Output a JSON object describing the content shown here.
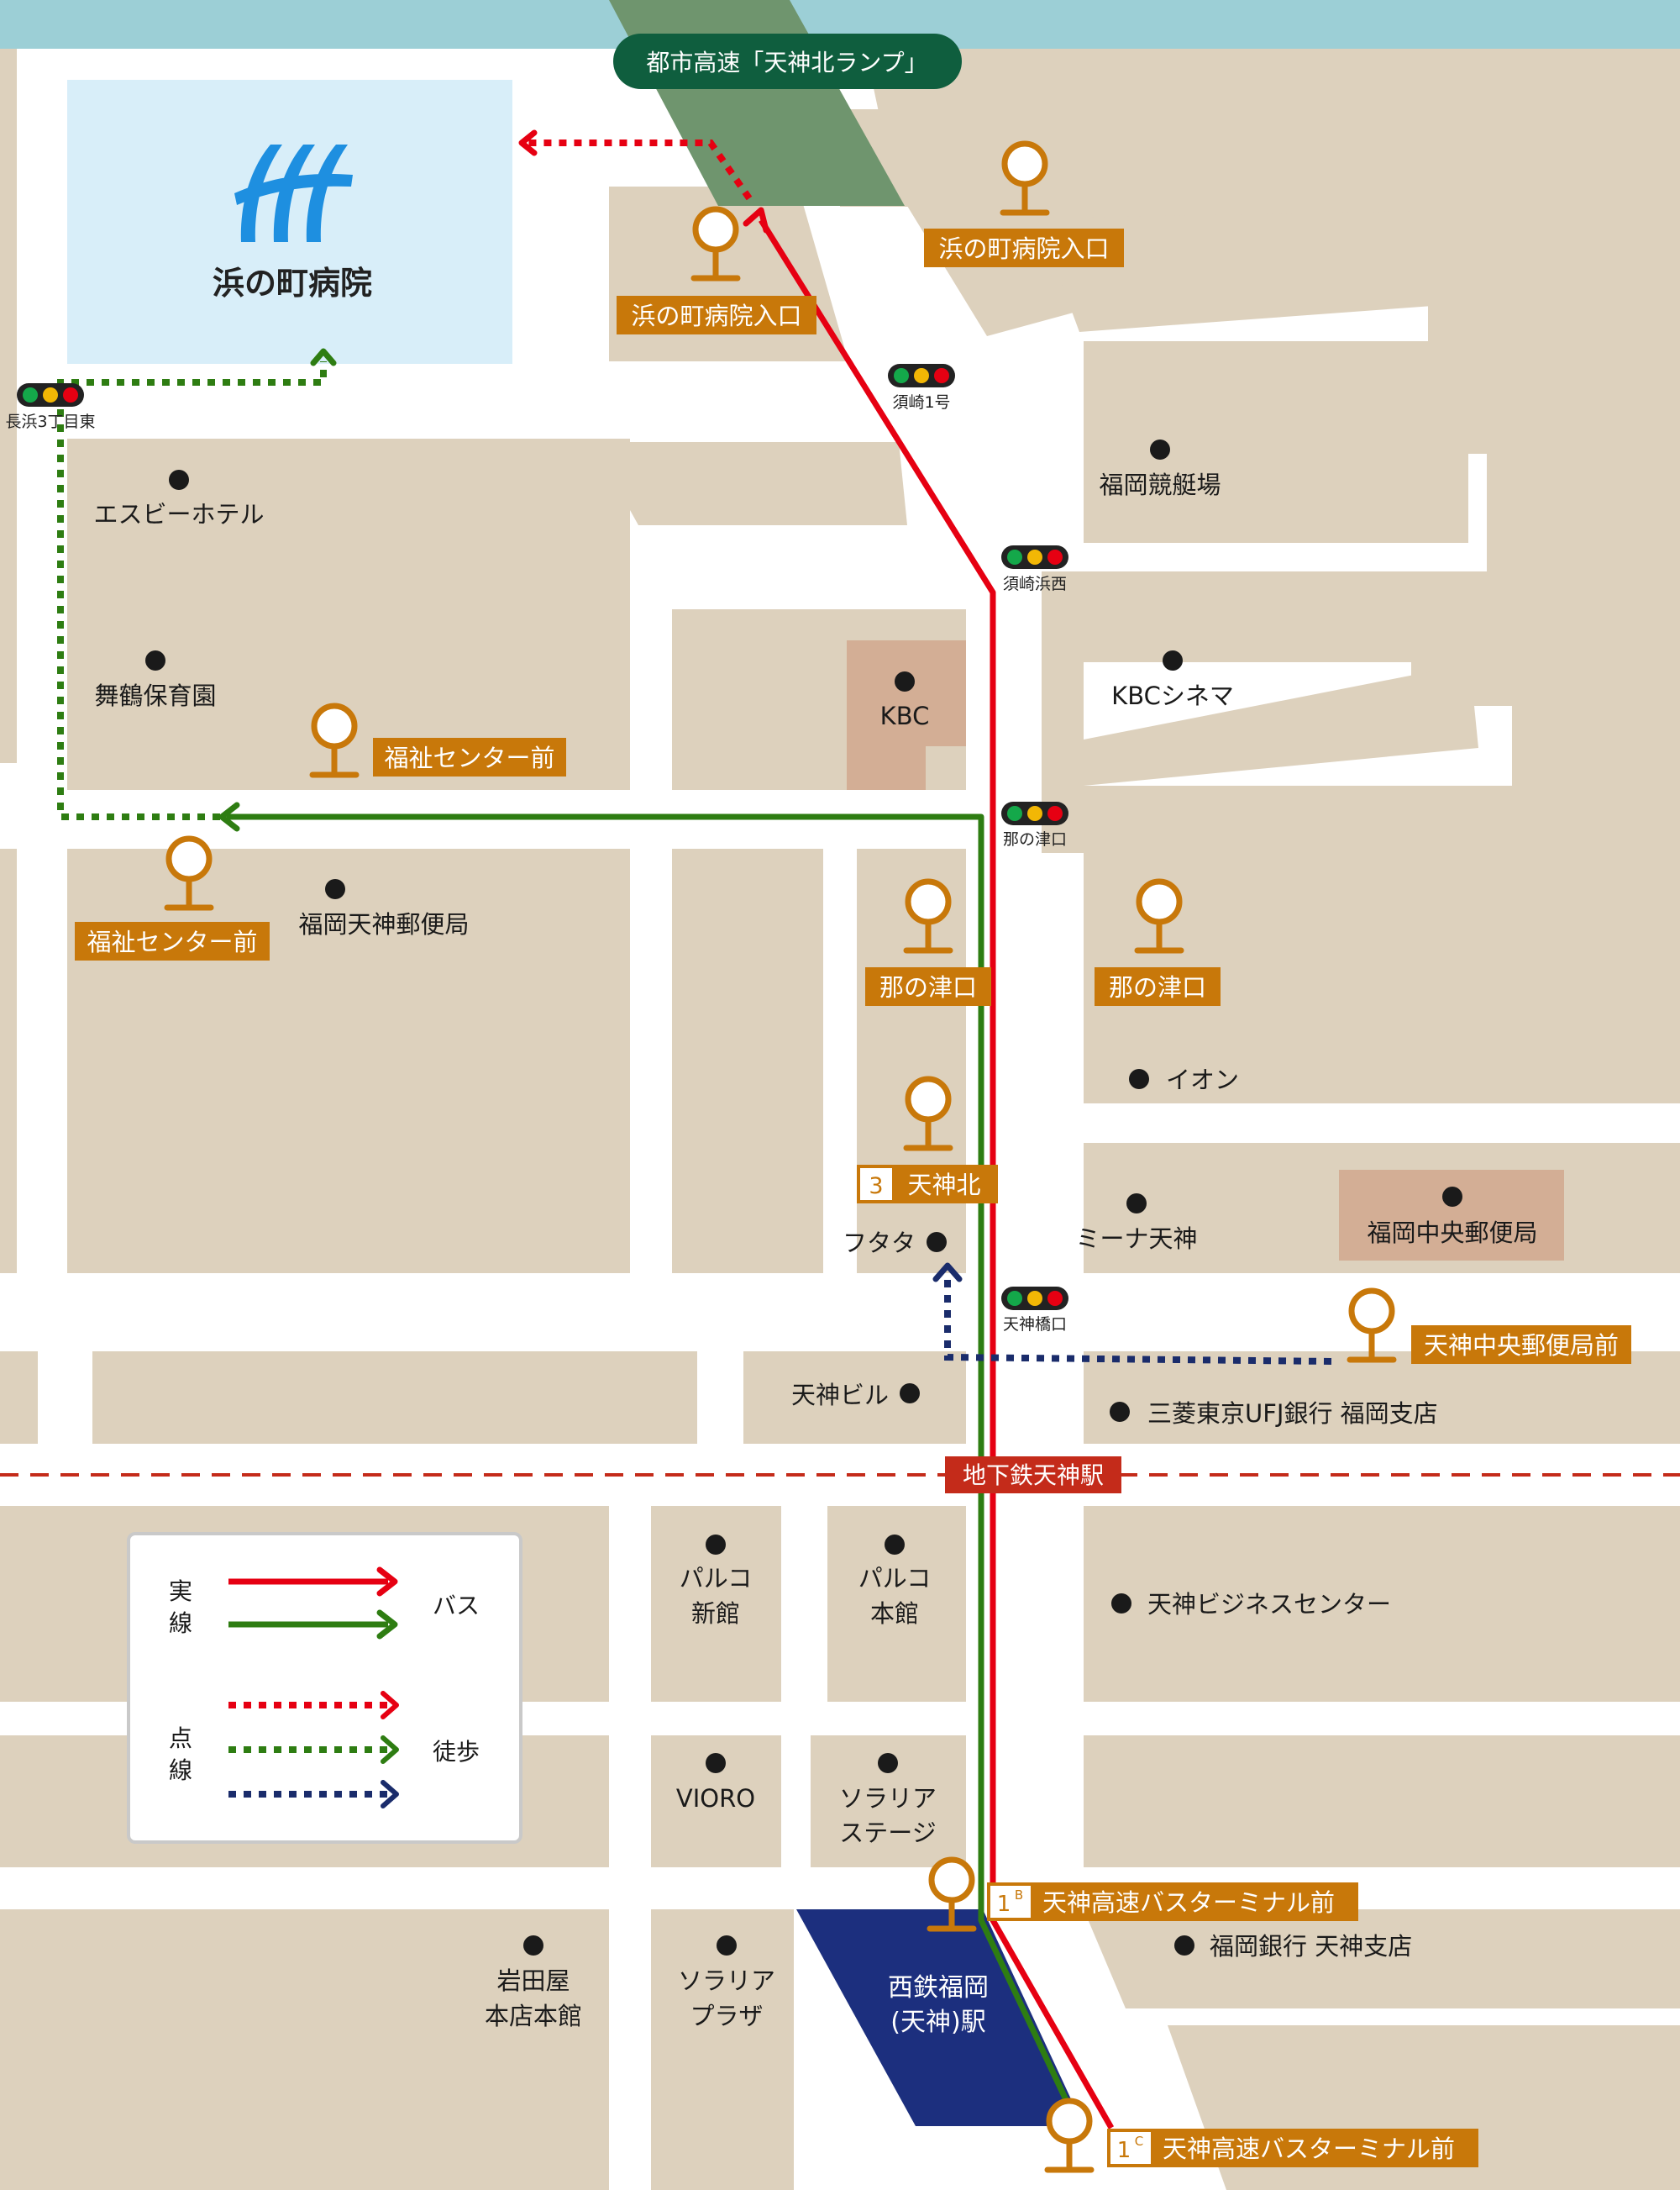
{
  "hospital": {
    "name": "浜の町病院"
  },
  "expressway": {
    "label": "都市高速「天神北ランプ」"
  },
  "subway": {
    "label": "地下鉄天神駅"
  },
  "station": {
    "line1": "西鉄福岡",
    "line2": "(天神)駅"
  },
  "signals": {
    "nagahama": "長浜3丁目東",
    "susaki1": "須崎1号",
    "susakihama": "須崎浜西",
    "nanotsu": "那の津口",
    "tenjinbashi": "天神橋口"
  },
  "bus_stops": {
    "hospital_a": "浜の町病院入口",
    "hospital_b": "浜の町病院入口",
    "welfare_a": "福祉センター前",
    "welfare_b": "福祉センター前",
    "nanotsu_a": "那の津口",
    "nanotsu_b": "那の津口",
    "tenjinkita_num": "3",
    "tenjinkita": "天神北",
    "post_office": "天神中央郵便局前",
    "terminal_1b_num": "1",
    "terminal_1b_sup": "B",
    "terminal_1b": "天神高速バスターミナル前",
    "terminal_1c_num": "1",
    "terminal_1c_sup": "C",
    "terminal_1c": "天神高速バスターミナル前"
  },
  "landmarks": {
    "sb_hotel": "エスビーホテル",
    "boat": "福岡競艇場",
    "maizuru": "舞鶴保育園",
    "kbc": "KBC",
    "kbc_cinema": "KBCシネマ",
    "tenjin_post": "福岡天神郵便局",
    "aeon": "イオン",
    "futata": "フタタ",
    "mina": "ミーナ天神",
    "central_post": "福岡中央郵便局",
    "tenjin_bldg": "天神ビル",
    "mufg": "三菱東京UFJ銀行 福岡支店",
    "parco_new_1": "パルコ",
    "parco_new_2": "新館",
    "parco_main_1": "パルコ",
    "parco_main_2": "本館",
    "business_center": "天神ビジネスセンター",
    "vioro": "VIORO",
    "solaria_stage_1": "ソラリア",
    "solaria_stage_2": "ステージ",
    "iwataya_1": "岩田屋",
    "iwataya_2": "本店本館",
    "solaria_plaza_1": "ソラリア",
    "solaria_plaza_2": "プラザ",
    "fukuoka_bank": "福岡銀行 天神支店"
  },
  "legend": {
    "solid_1": "実",
    "solid_2": "線",
    "bus": "バス",
    "dotted_1": "点",
    "dotted_2": "線",
    "walk": "徒歩"
  },
  "colors": {
    "bus_red": "#e60012",
    "bus_green": "#2e7d12",
    "walk_navy": "#1a2c6b",
    "stop_orange": "#c8780a",
    "block": "#ddd1bd",
    "sea": "#9ccfd6",
    "station": "#1c2f7e",
    "subway_red": "#c42b1a"
  }
}
